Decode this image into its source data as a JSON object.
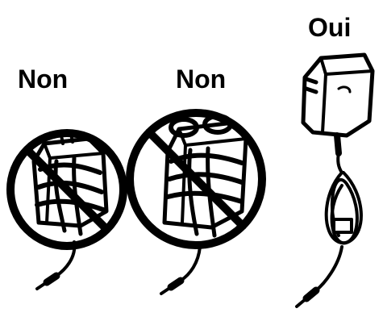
{
  "panels": [
    {
      "label": "Non",
      "icon": "adapter-cord-wrapped-prohibited-icon"
    },
    {
      "label": "Non",
      "icon": "adapter-cord-wrapped-prohibited-icon"
    },
    {
      "label": "Oui",
      "icon": "adapter-cord-loose-allowed-icon"
    }
  ],
  "colors": {
    "ink": "#000000",
    "paper": "#ffffff"
  }
}
